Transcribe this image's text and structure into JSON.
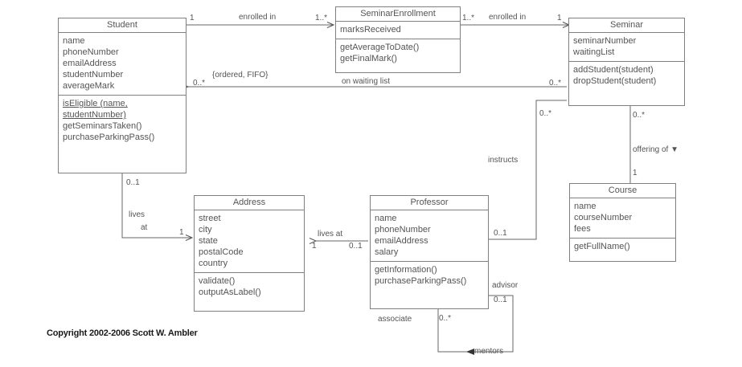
{
  "diagram": {
    "kind": "uml-class-diagram",
    "copyright": "Copyright 2002-2006 Scott W. Ambler",
    "stroke_color": "#808080",
    "text_color": "#545454",
    "line_color": "#666666",
    "background": "#ffffff"
  },
  "classes": [
    {
      "id": "student",
      "name": "Student",
      "attributes": [
        "name",
        "phoneNumber",
        "emailAddress",
        "studentNumber",
        "averageMark"
      ],
      "operations": [
        "isEligible (name,",
        "studentNumber)",
        "getSeminarsTaken()",
        "purchaseParkingPass()"
      ]
    },
    {
      "id": "seminarenrollment",
      "name": "SeminarEnrollment",
      "attributes": [
        "marksReceived"
      ],
      "operations": [
        "getAverageToDate()",
        "getFinalMark()"
      ]
    },
    {
      "id": "seminar",
      "name": "Seminar",
      "attributes": [
        "seminarNumber",
        "waitingList"
      ],
      "operations": [
        "addStudent(student)",
        "dropStudent(student)"
      ]
    },
    {
      "id": "course",
      "name": "Course",
      "attributes": [
        "name",
        "courseNumber",
        "fees"
      ],
      "operations": [
        "getFullName()"
      ]
    },
    {
      "id": "address",
      "name": "Address",
      "attributes": [
        "street",
        "city",
        "state",
        "postalCode",
        "country"
      ],
      "operations": [
        "validate()",
        "outputAsLabel()"
      ]
    },
    {
      "id": "professor",
      "name": "Professor",
      "attributes": [
        "name",
        "phoneNumber",
        "emailAddress",
        "salary"
      ],
      "operations": [
        "getInformation()",
        "purchaseParkingPass()"
      ]
    }
  ],
  "associations": [
    {
      "id": "student-enrollment",
      "label": "enrolled in",
      "source_multiplicity": "1",
      "target_multiplicity": "1..*"
    },
    {
      "id": "enrollment-seminar",
      "label": "enrolled in",
      "source_multiplicity": "1..*",
      "target_multiplicity": "1"
    },
    {
      "id": "seminar-waitinglist",
      "label": "on waiting list",
      "constraint": "{ordered, FIFO}",
      "source_multiplicity": "0..*",
      "target_multiplicity": "0..*"
    },
    {
      "id": "seminar-course",
      "label": "offering of",
      "direction_marker": "▼",
      "source_multiplicity": "0..*",
      "target_multiplicity": "1"
    },
    {
      "id": "professor-seminar",
      "label": "instructs",
      "source_multiplicity": "0..*",
      "target_multiplicity": "0..1"
    },
    {
      "id": "student-address",
      "label_line1": "lives",
      "label_line2": "at",
      "source_multiplicity": "0..1",
      "target_multiplicity": "1"
    },
    {
      "id": "professor-address",
      "label": "lives at",
      "source_multiplicity": "0..1",
      "target_multiplicity": "1"
    },
    {
      "id": "professor-professor",
      "role_advisor": "advisor",
      "role_associate": "associate",
      "role_mentors": "mentors",
      "direction_marker": "◀",
      "source_multiplicity": "0..1",
      "target_multiplicity": "0..*"
    }
  ]
}
